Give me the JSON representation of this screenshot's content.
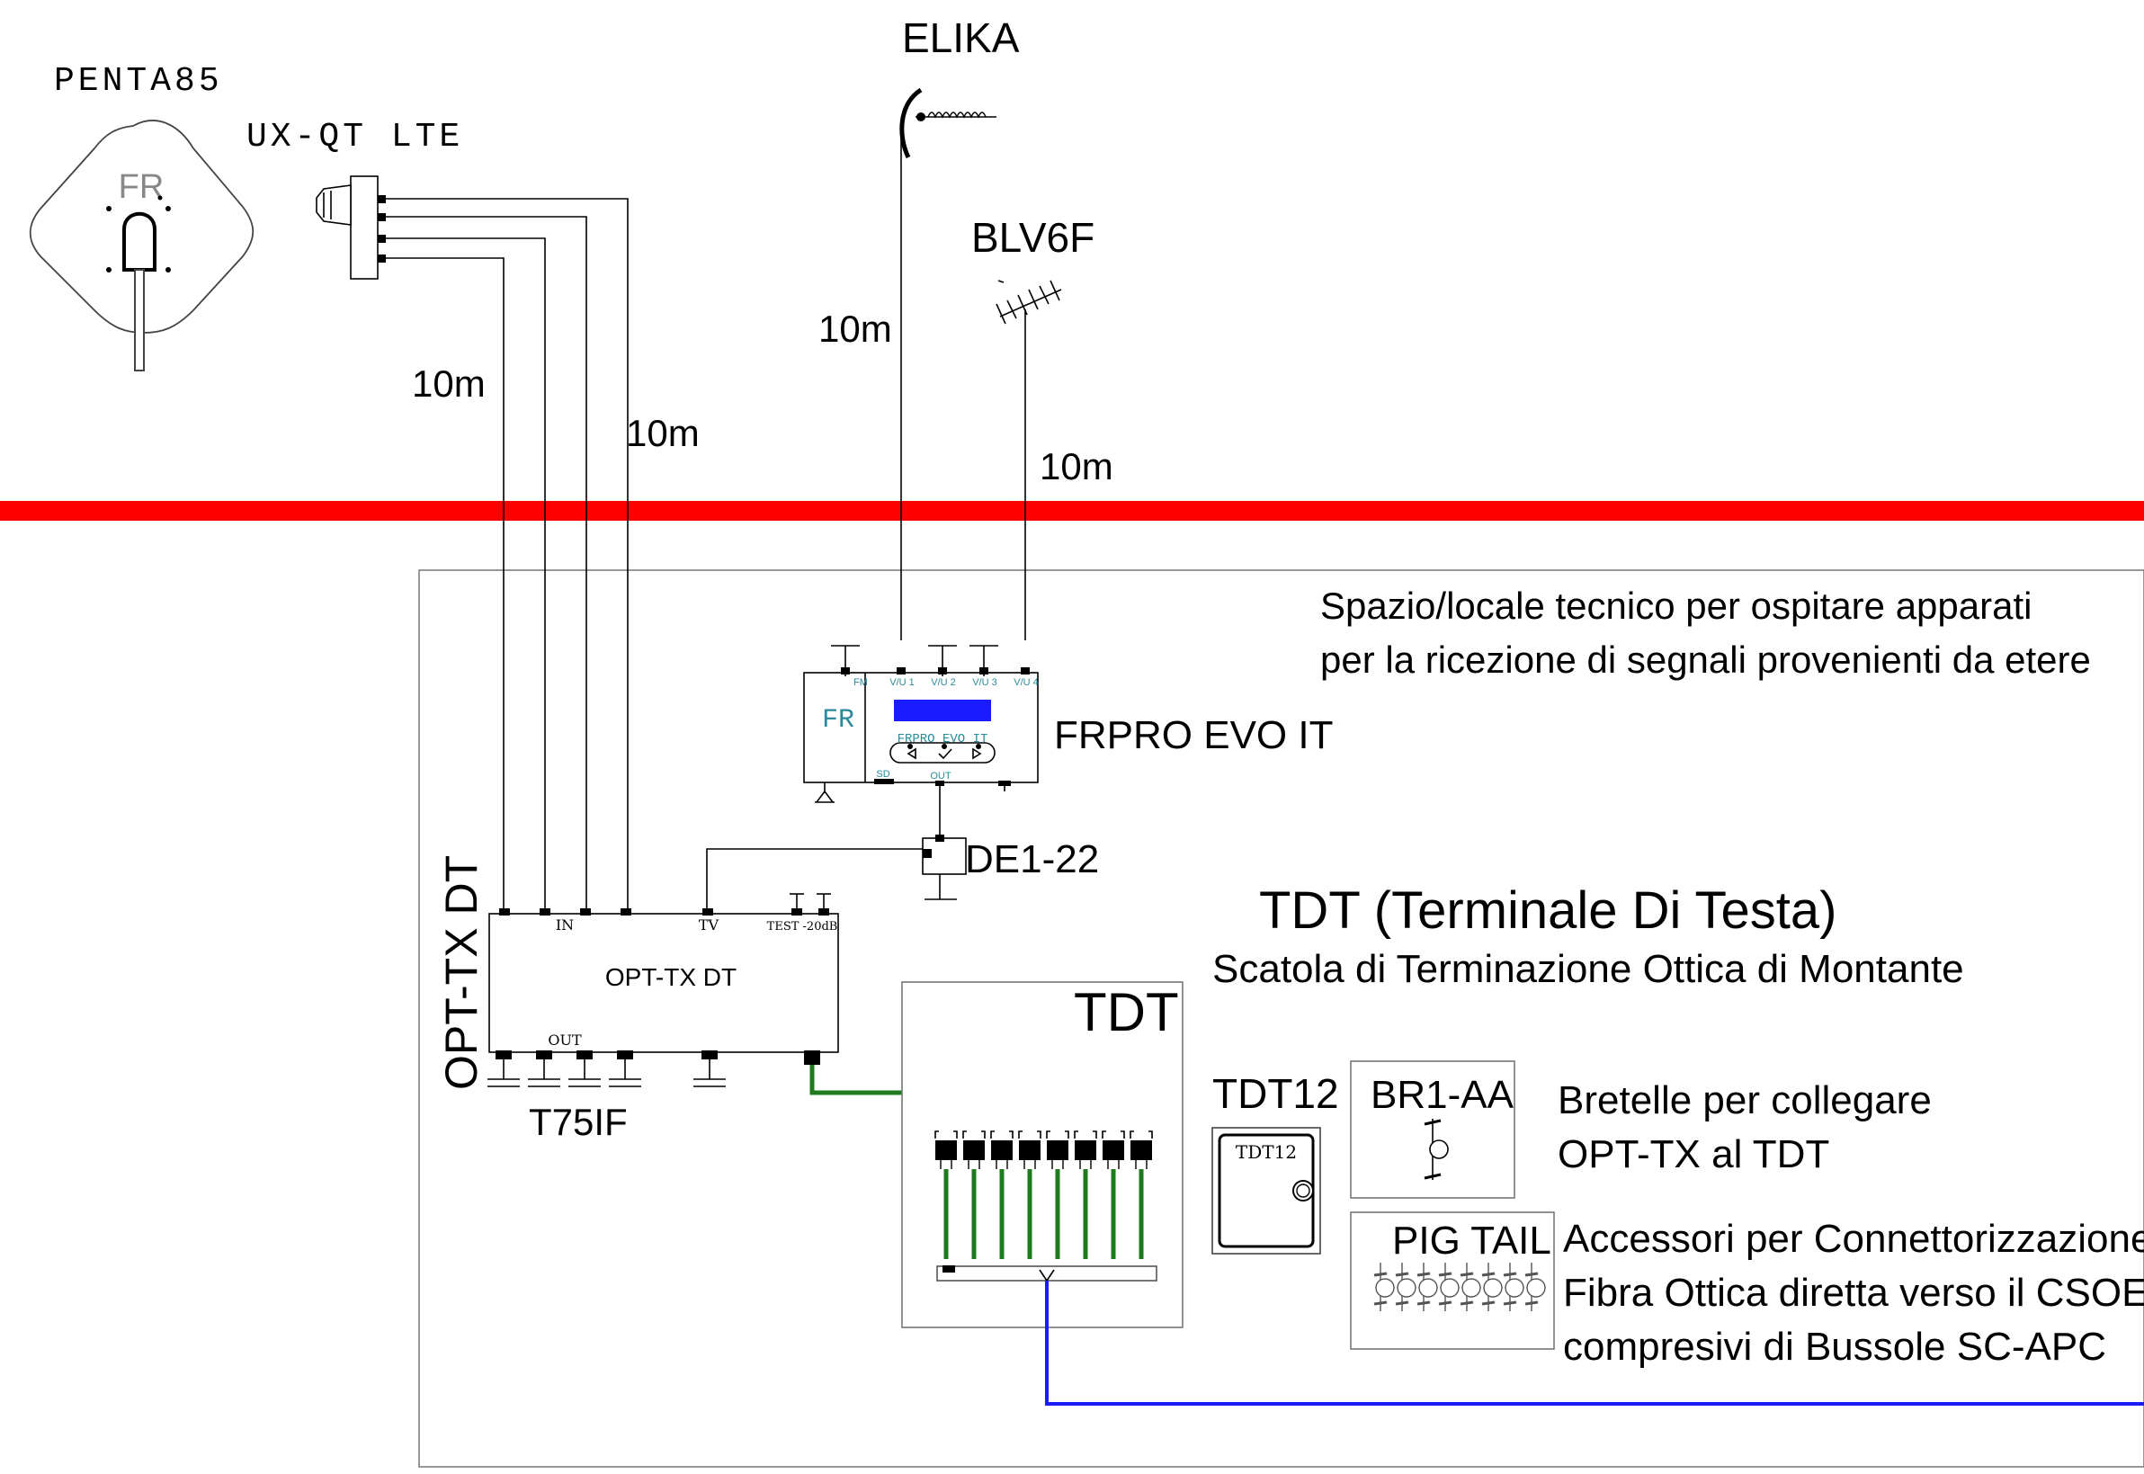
{
  "antennas": {
    "penta": "PENTA85",
    "penta_logo": "FR",
    "uxqt": "UX-QT LTE",
    "elika": "ELIKA",
    "blv": "BLV6F"
  },
  "cables": {
    "l1": "10m",
    "l2": "10m",
    "l3": "10m",
    "l4": "10m"
  },
  "room": {
    "line1": "Spazio/locale tecnico per ospitare apparati",
    "line2": "per la ricezione di segnali provenienti da etere"
  },
  "frpro": {
    "label": "FRPRO EVO IT",
    "logo": "FR",
    "screen_model": "FRPRO EVO IT",
    "ports": [
      "FM",
      "V/U 1",
      "V/U 2",
      "V/U 3",
      "V/U 4"
    ],
    "bottom_sd": "SD",
    "bottom_out": "OUT"
  },
  "de": {
    "label": "DE1-22"
  },
  "opt": {
    "side_label": "OPT-TX DT",
    "center_label": "OPT-TX DT",
    "in": "IN",
    "tv": "TV",
    "test": "TEST -20dB",
    "out": "OUT",
    "terminator": "T75IF"
  },
  "tdt": {
    "title": "TDT  (Terminale Di Testa)",
    "subtitle": "Scatola di Terminazione Ottica di Montante",
    "box_label": "TDT",
    "tdt12_label": "TDT12",
    "tdt12_inner": "TDT12",
    "br_label": "BR1-AA",
    "br_desc1": "Bretelle per collegare",
    "br_desc2": "OPT-TX al TDT",
    "pig_label": "PIG TAIL",
    "pig_desc1": "Accessori per Connettorizzazione",
    "pig_desc2": "Fibra Ottica diretta verso il CSOE",
    "pig_desc3": "compresivi di Bussole SC-APC"
  },
  "colors": {
    "roof_line": "#ff0000",
    "fiber_green": "#1e7a1e",
    "fiber_blue": "#1a1aff",
    "lcd": "#1a1aff"
  }
}
